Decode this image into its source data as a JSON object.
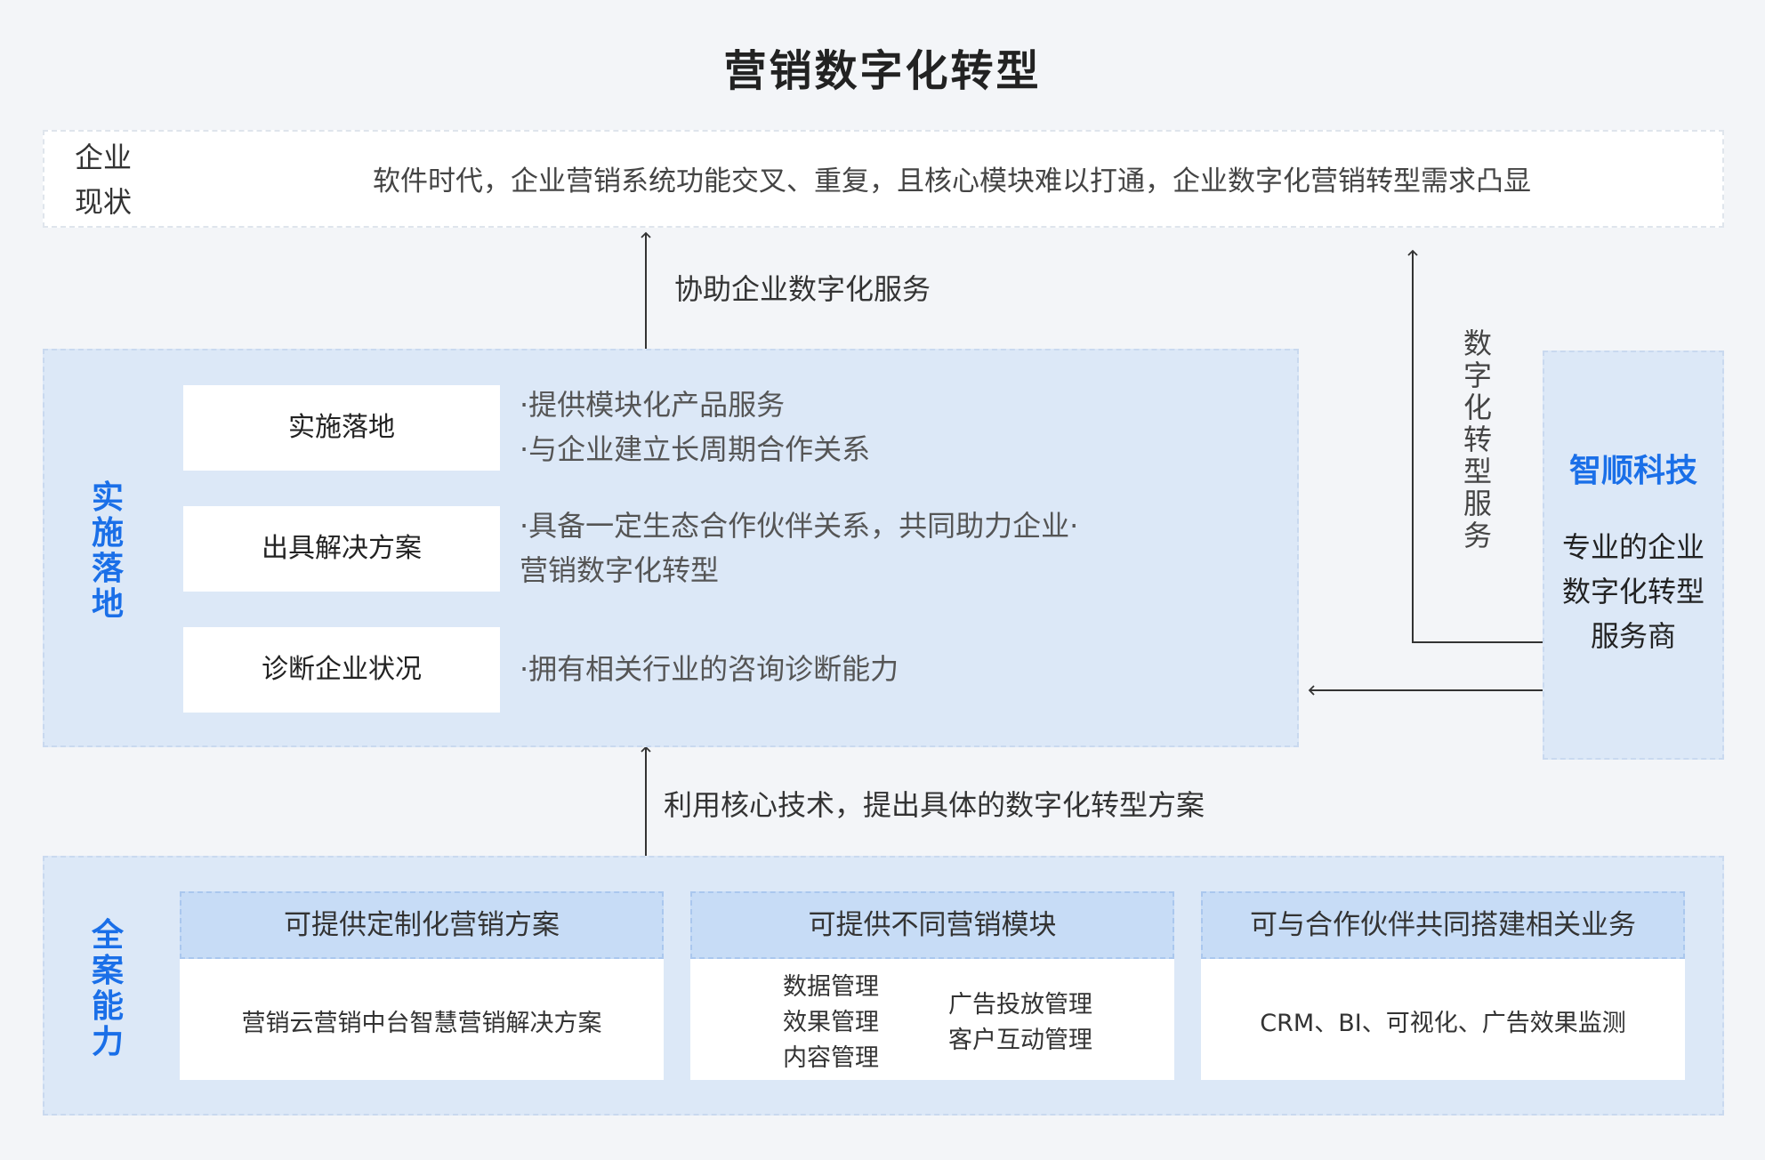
{
  "title": "营销数字化转型",
  "status": {
    "label_line1": "企业",
    "label_line2": "现状",
    "text": "软件时代，企业营销系统功能交叉、重复，且核心模块难以打通，企业数字化营销转型需求凸显"
  },
  "arrow_top_label": "协助企业数字化服务",
  "arrow_bottom_label": "利用核心技术，提出具体的数字化转型方案",
  "implementation": {
    "side_label": [
      "实",
      "施",
      "落",
      "地"
    ],
    "rows": [
      {
        "box": "实施落地",
        "lines": [
          "·提供模块化产品服务",
          "·与企业建立长周期合作关系"
        ]
      },
      {
        "box": "出具解决方案",
        "lines": [
          "·具备一定生态合作伙伴关系，共同助力企业·",
          "营销数字化转型"
        ]
      },
      {
        "box": "诊断企业状况",
        "lines": [
          "·拥有相关行业的咨询诊断能力"
        ]
      }
    ]
  },
  "company": {
    "name": "智顺科技",
    "desc": [
      "专业的企业",
      "数字化转型",
      "服务商"
    ]
  },
  "service_label": [
    "数",
    "字",
    "化",
    "转",
    "型",
    "服",
    "务"
  ],
  "capabilities": {
    "side_label": [
      "全",
      "案",
      "能",
      "力"
    ],
    "cards": [
      {
        "head": "可提供定制化营销方案",
        "body": "营销云营销中台智慧营销解决方案"
      },
      {
        "head": "可提供不同营销模块",
        "left": [
          "数据管理",
          "效果管理",
          "内容管理"
        ],
        "right": [
          "广告投放管理",
          "客户互动管理"
        ]
      },
      {
        "head": "可与合作伙伴共同搭建相关业务",
        "body": "CRM、BI、可视化、广告效果监测"
      }
    ]
  },
  "colors": {
    "accent": "#1a6fe8",
    "panel": "#dce8f7",
    "header": "#c7dcf6",
    "background": "#f3f5f8"
  }
}
